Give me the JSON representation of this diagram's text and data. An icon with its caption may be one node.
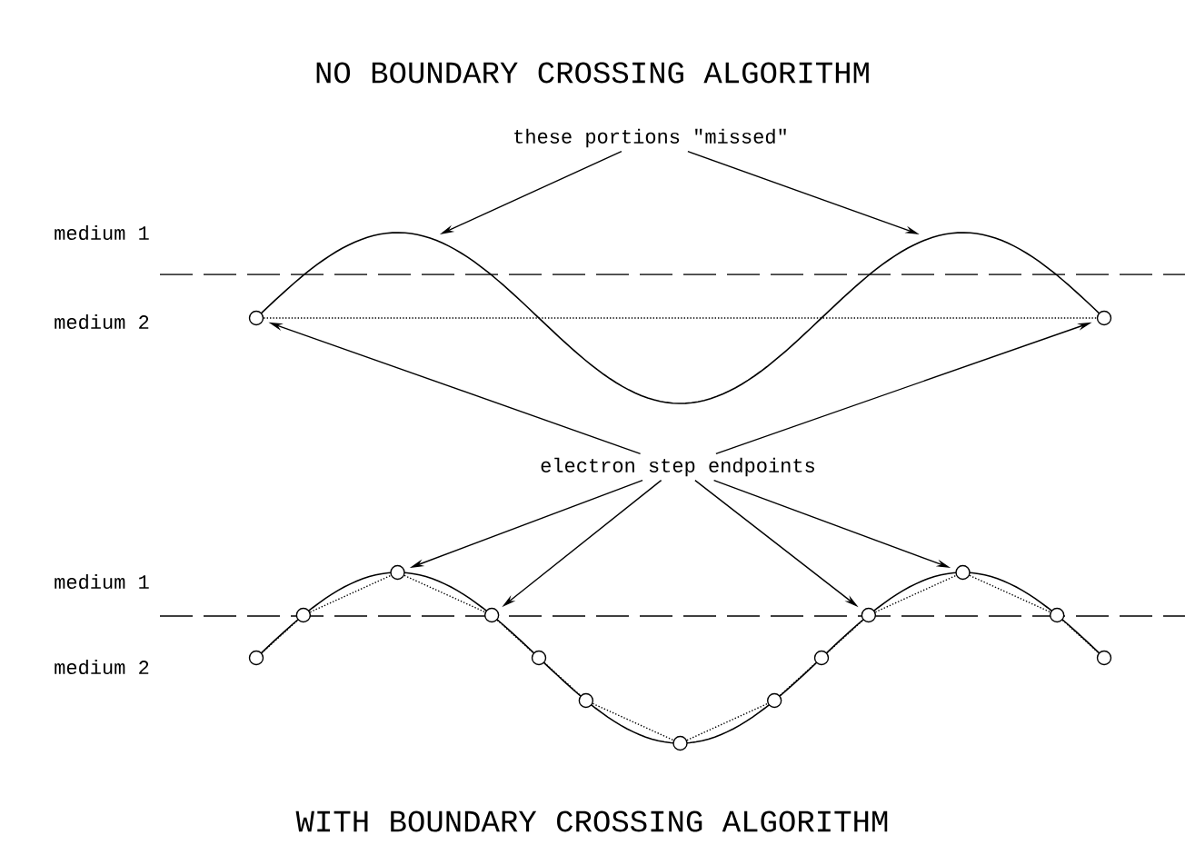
{
  "diagram": {
    "title": "NO BOUNDARY CROSSING ALGORITHM",
    "caption": "WITH BOUNDARY CROSSING ALGORITHM",
    "nodes": [
      {
        "text": [
          "these portions \"missed\""
        ]
      },
      {
        "text": [],
        "shape": "curve"
      },
      {
        "text": [],
        "shape": "curve"
      },
      {
        "text": [],
        "shape": "circle"
      },
      {
        "text": [],
        "shape": "circle"
      },
      {
        "text": [
          "electron step endpoints"
        ]
      },
      {
        "text": [],
        "shape": "circle"
      },
      {
        "text": [],
        "shape": "circle"
      },
      {
        "text": [],
        "shape": "circle"
      },
      {
        "text": [],
        "shape": "circle"
      },
      {
        "text": [],
        "shape": "circle"
      },
      {
        "text": [],
        "shape": "circle"
      },
      {
        "text": [],
        "shape": "circle"
      },
      {
        "text": [],
        "shape": "circle"
      },
      {
        "text": [],
        "shape": "circle"
      },
      {
        "text": [],
        "shape": "circle"
      },
      {
        "text": [],
        "shape": "circle"
      },
      {
        "text": [],
        "shape": "circle"
      },
      {
        "text": [],
        "shape": "circle"
      }
    ],
    "edges": [
      {
        "from": 0,
        "to": 1,
        "arrow": "to"
      },
      {
        "from": 0,
        "to": 2,
        "arrow": "to"
      },
      {
        "from": 5,
        "to": 3,
        "arrow": "to"
      },
      {
        "from": 5,
        "to": 4,
        "arrow": "to"
      },
      {
        "from": 5,
        "to": 8,
        "arrow": "to"
      },
      {
        "from": 5,
        "to": 9,
        "arrow": "to"
      },
      {
        "from": 5,
        "to": 15,
        "arrow": "to"
      },
      {
        "from": 5,
        "to": 16,
        "arrow": "to"
      },
      {
        "from": 3,
        "to": 4,
        "arrow": "none",
        "style": "dashed"
      },
      {
        "from": 6,
        "to": 7,
        "arrow": "none",
        "style": "dashed"
      },
      {
        "from": 7,
        "to": 8,
        "arrow": "none",
        "style": "dashed"
      },
      {
        "from": 8,
        "to": 9,
        "arrow": "none",
        "style": "dashed"
      },
      {
        "from": 9,
        "to": 10,
        "arrow": "none",
        "style": "dashed"
      },
      {
        "from": 10,
        "to": 11,
        "arrow": "none",
        "style": "dashed"
      },
      {
        "from": 11,
        "to": 12,
        "arrow": "none",
        "style": "dashed"
      },
      {
        "from": 12,
        "to": 13,
        "arrow": "none",
        "style": "dashed"
      },
      {
        "from": 13,
        "to": 14,
        "arrow": "none",
        "style": "dashed"
      },
      {
        "from": 14,
        "to": 15,
        "arrow": "none",
        "style": "dashed"
      },
      {
        "from": 15,
        "to": 16,
        "arrow": "none",
        "style": "dashed"
      },
      {
        "from": 16,
        "to": 17,
        "arrow": "none",
        "style": "dashed"
      },
      {
        "from": 17,
        "to": 18,
        "arrow": "none",
        "style": "dashed"
      }
    ],
    "labels": [
      "medium 1",
      "medium 2",
      "medium 1",
      "medium 2"
    ]
  }
}
